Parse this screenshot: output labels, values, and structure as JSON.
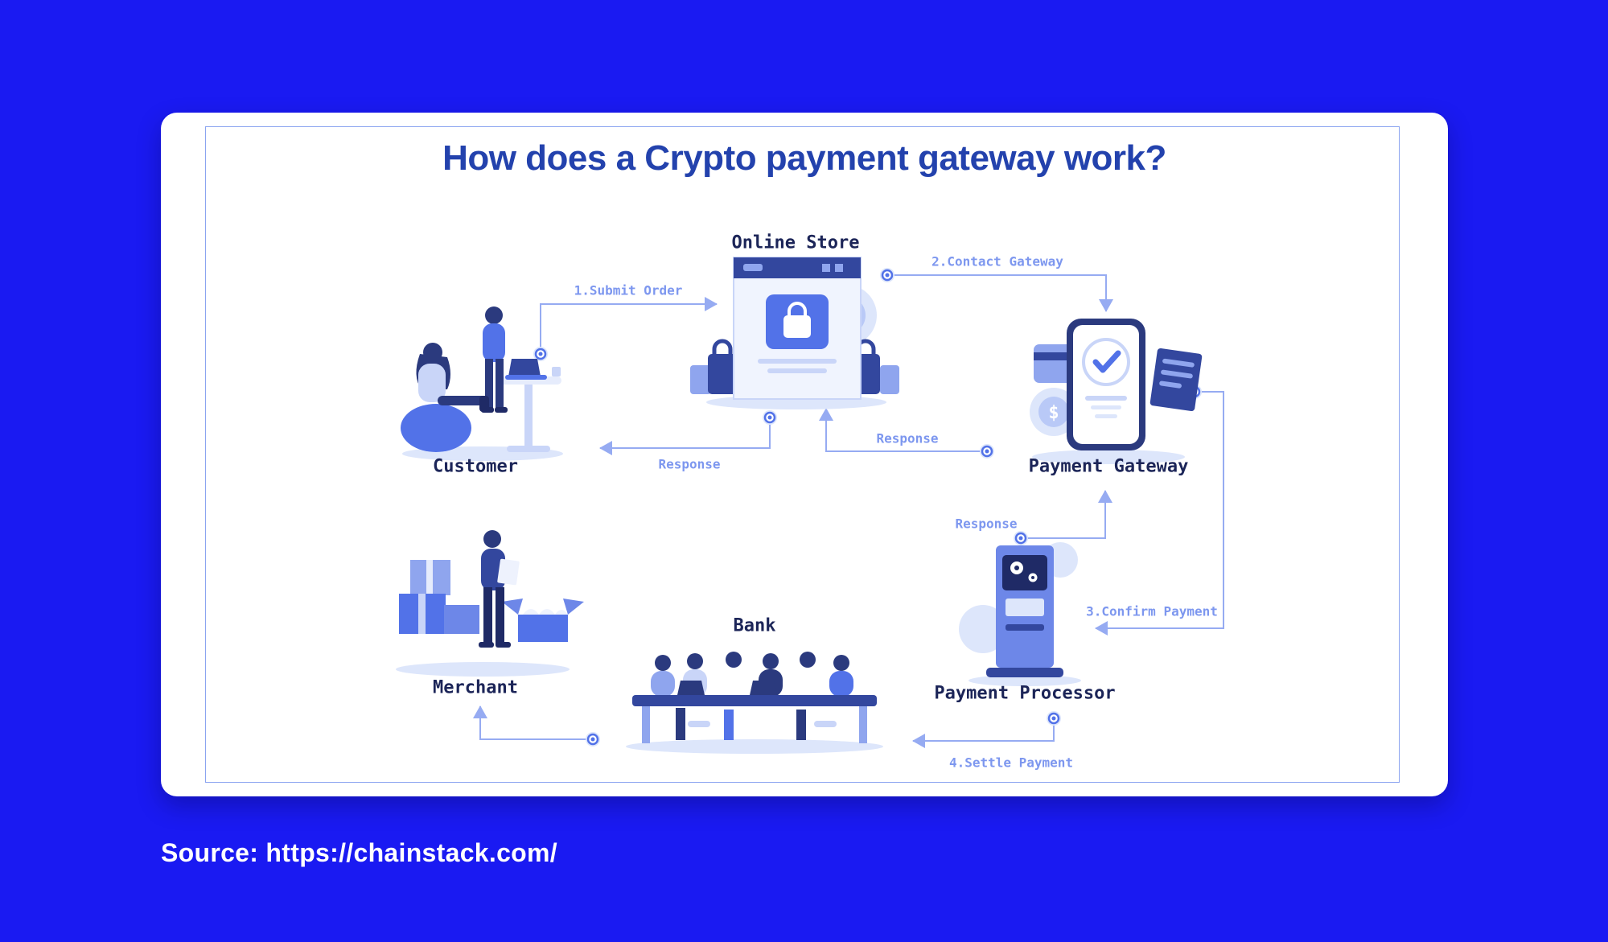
{
  "title": "How does a Crypto payment gateway work?",
  "source": "Source: https://chainstack.com/",
  "entities": {
    "customer": "Customer",
    "online_store": "Online Store",
    "payment_gateway": "Payment Gateway",
    "payment_processor": "Payment Processor",
    "bank": "Bank",
    "merchant": "Merchant"
  },
  "flows": {
    "submit_order": "1.Submit Order",
    "contact_gateway": "2.Contact Gateway",
    "confirm_payment": "3.Confirm Payment",
    "settle_payment": "4.Settle Payment",
    "response_store_to_customer": "Response",
    "response_gateway_to_store": "Response",
    "response_processor_to_gateway": "Response"
  },
  "icons": {
    "dollar": "$"
  },
  "colors": {
    "background": "#1a1af2",
    "card": "#ffffff",
    "title": "#2342ad",
    "accent": "#5272e8",
    "navy": "#33479e",
    "flow_labels": "#7d97ef"
  }
}
